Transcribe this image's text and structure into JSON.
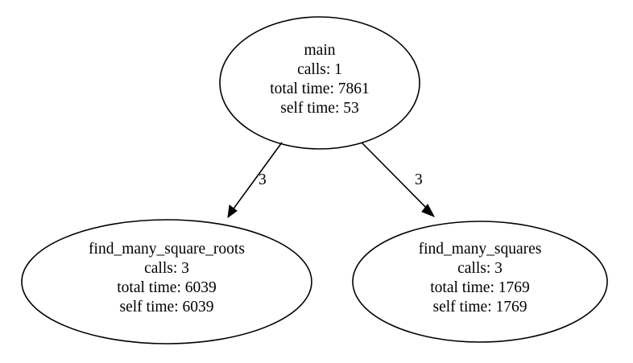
{
  "graph": {
    "background_color": "#ffffff",
    "stroke_color": "#000000",
    "text_color": "#000000",
    "nodes": [
      {
        "id": "main",
        "name": "main",
        "calls_line": "calls: 1",
        "total_time_line": "total time: 7861",
        "self_time_line": "self time: 53"
      },
      {
        "id": "find_many_square_roots",
        "name": "find_many_square_roots",
        "calls_line": "calls: 3",
        "total_time_line": "total time: 6039",
        "self_time_line": "self time: 6039"
      },
      {
        "id": "find_many_squares",
        "name": "find_many_squares",
        "calls_line": "calls: 3",
        "total_time_line": "total time: 1769",
        "self_time_line": "self time: 1769"
      }
    ],
    "edges": [
      {
        "from": "main",
        "to": "find_many_square_roots",
        "label": "3"
      },
      {
        "from": "main",
        "to": "find_many_squares",
        "label": "3"
      }
    ]
  }
}
